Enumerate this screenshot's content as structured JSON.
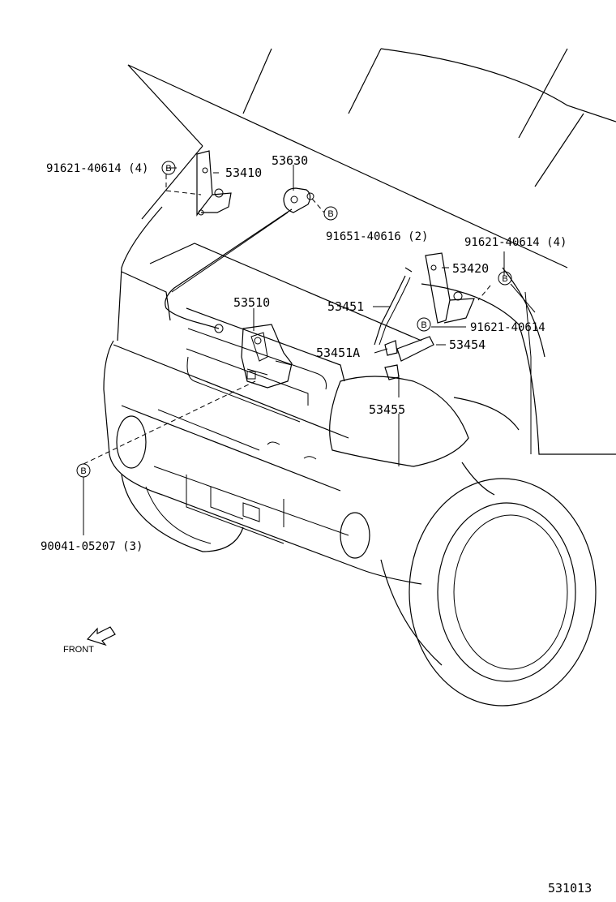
{
  "diagram": {
    "reference_number": "531013",
    "front_label": "FRONT",
    "callout_letter": "B",
    "parts": [
      {
        "id": "p53410",
        "label": "53410"
      },
      {
        "id": "p53630",
        "label": "53630"
      },
      {
        "id": "p53510",
        "label": "53510"
      },
      {
        "id": "p53420",
        "label": "53420"
      },
      {
        "id": "p53451",
        "label": "53451"
      },
      {
        "id": "p53451a",
        "label": "53451A"
      },
      {
        "id": "p53454",
        "label": "53454"
      },
      {
        "id": "p53455",
        "label": "53455"
      }
    ],
    "fasteners": [
      {
        "id": "f1",
        "label": "91621-40614 (4)"
      },
      {
        "id": "f2",
        "label": "91651-40616 (2)"
      },
      {
        "id": "f3",
        "label": "91621-40614 (4)"
      },
      {
        "id": "f4",
        "label": "91621-40614"
      },
      {
        "id": "f5",
        "label": "90041-05207 (3)"
      }
    ]
  }
}
